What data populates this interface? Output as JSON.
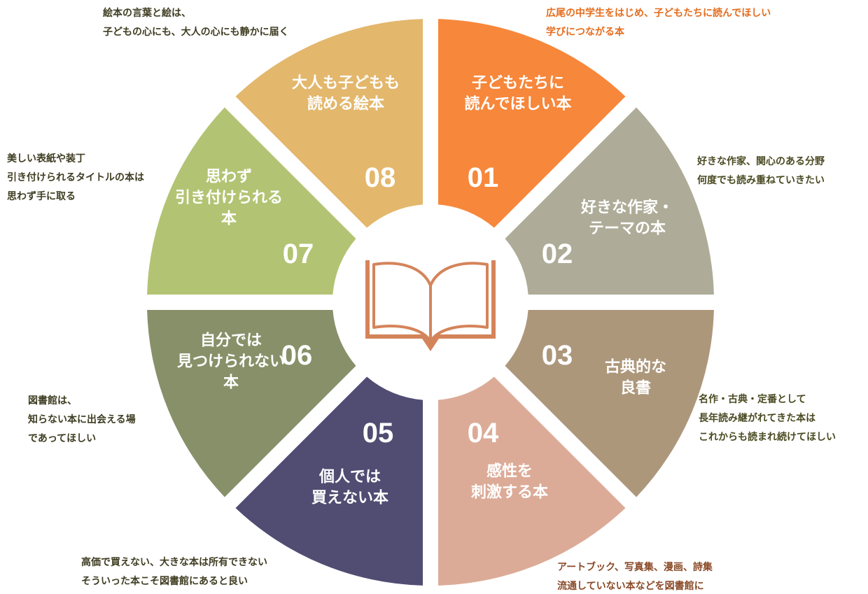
{
  "colors": {
    "s01": "#f7873b",
    "s02": "#aeac98",
    "s03": "#ad977b",
    "s04": "#dcab97",
    "s05": "#504c72",
    "s06": "#889069",
    "s07": "#b2c473",
    "s08": "#e3b76c",
    "book": "#d4845a",
    "note_orange": "#e56d1e",
    "note_olive": "#4a4a22",
    "note_dark": "#3f3d22",
    "note_brown": "#8a4a28"
  },
  "segments": [
    {
      "num": "01",
      "title": [
        "子どもたちに",
        "読んでほしい本"
      ]
    },
    {
      "num": "02",
      "title": [
        "好きな作家・",
        "テーマの本"
      ]
    },
    {
      "num": "03",
      "title": [
        "古典的な",
        "良書"
      ]
    },
    {
      "num": "04",
      "title": [
        "感性を",
        "刺激する本"
      ]
    },
    {
      "num": "05",
      "title": [
        "個人では",
        "買えない本"
      ]
    },
    {
      "num": "06",
      "title": [
        "自分では",
        "見つけられない",
        "本"
      ]
    },
    {
      "num": "07",
      "title": [
        "思わず",
        "引き付けられる",
        "本"
      ]
    },
    {
      "num": "08",
      "title": [
        "大人も子どもも",
        "読める絵本"
      ]
    }
  ],
  "notes": [
    {
      "lines": [
        "広尾の中学生をはじめ、子どもたちに読んでほしい",
        "学びにつながる本"
      ]
    },
    {
      "lines": [
        "好きな作家、関心のある分野",
        "何度でも読み重ねていきたい"
      ]
    },
    {
      "lines": [
        "名作・古典・定番として",
        "長年読み継がれてきた本は",
        "これからも読まれ続けてほしい"
      ]
    },
    {
      "lines": [
        "アートブック、写真集、漫画、詩集",
        "流通していない本などを図書館に"
      ]
    },
    {
      "lines": [
        "高価で買えない、大きな本は所有できない",
        "そういった本こそ図書館にあると良い"
      ]
    },
    {
      "lines": [
        "図書館は、",
        "知らない本に出会える場",
        "であってほしい"
      ]
    },
    {
      "lines": [
        "美しい表紙や装丁",
        "引き付けられるタイトルの本は",
        "思わず手に取る"
      ]
    },
    {
      "lines": [
        "絵本の言葉と絵は、",
        "子どもの心にも、大人の心にも静かに届く"
      ]
    }
  ]
}
